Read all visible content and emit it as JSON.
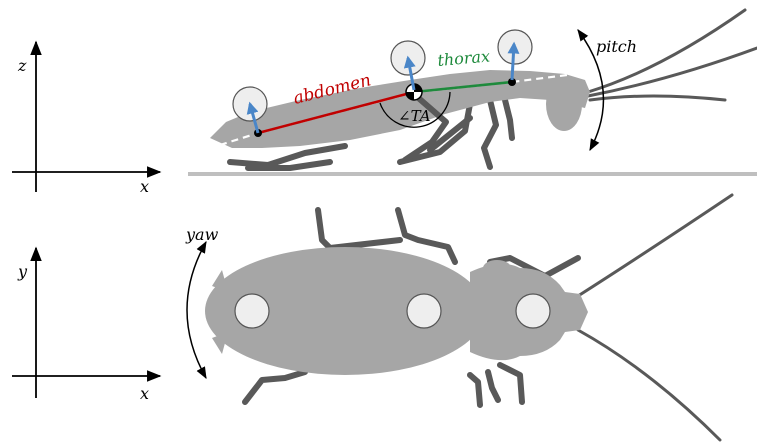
{
  "side_view": {
    "axes": {
      "vertical": "z",
      "horizontal": "x"
    },
    "labels": {
      "abdomen": "abdomen",
      "thorax": "thorax",
      "angle": "∠TA",
      "pitch": "pitch"
    }
  },
  "top_view": {
    "axes": {
      "vertical": "y",
      "horizontal": "x"
    },
    "labels": {
      "yaw": "yaw"
    }
  },
  "colors": {
    "body": "#a6a6a6",
    "legs": "#595959",
    "abdomen": "#c00000",
    "thorax": "#1e8a3c",
    "marker_arrow": "#4a86c8",
    "marker_fill": "#eeeeee",
    "ground": "#bfbfbf",
    "axis": "#000000"
  }
}
